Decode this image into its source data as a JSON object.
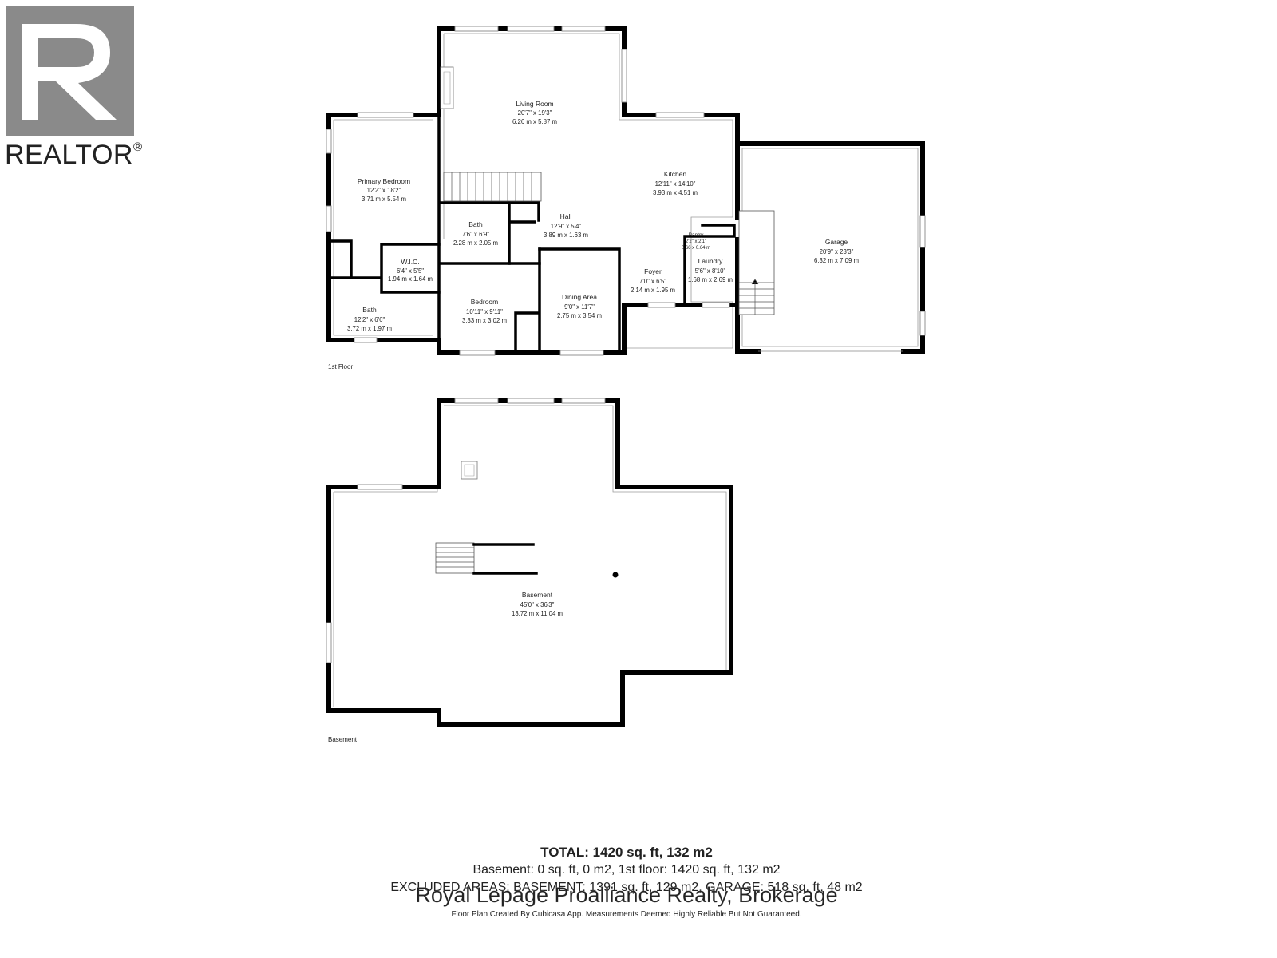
{
  "logo": {
    "text": "REALTOR",
    "registered": "®",
    "color": "#8a8a8a"
  },
  "floors": {
    "first": {
      "label": "1st Floor",
      "rooms": {
        "living": {
          "name": "Living Room",
          "imperial": "20'7\" x 19'3\"",
          "metric": "6.26 m x 5.87 m"
        },
        "primary_bedroom": {
          "name": "Primary Bedroom",
          "imperial": "12'2\" x 18'2\"",
          "metric": "3.71 m x 5.54 m"
        },
        "kitchen": {
          "name": "Kitchen",
          "imperial": "12'11\" x 14'10\"",
          "metric": "3.93 m x 4.51 m"
        },
        "bath_upper": {
          "name": "Bath",
          "imperial": "7'6\" x 6'9\"",
          "metric": "2.28 m x 2.05 m"
        },
        "hall": {
          "name": "Hall",
          "imperial": "12'9\" x 5'4\"",
          "metric": "3.89 m x 1.63 m"
        },
        "garage": {
          "name": "Garage",
          "imperial": "20'9\" x 23'3\"",
          "metric": "6.32 m x 7.09 m"
        },
        "wic": {
          "name": "W.I.C.",
          "imperial": "6'4\" x 5'5\"",
          "metric": "1.94 m x 1.64 m"
        },
        "pantry": {
          "name": "Pantry",
          "imperial": "2'2\" x 2'1\"",
          "metric": "0.66 x 0.64 m"
        },
        "laundry": {
          "name": "Laundry",
          "imperial": "5'6\" x 8'10\"",
          "metric": "1.68 m x 2.69 m"
        },
        "foyer": {
          "name": "Foyer",
          "imperial": "7'0\" x 6'5\"",
          "metric": "2.14 m x 1.95 m"
        },
        "bedroom": {
          "name": "Bedroom",
          "imperial": "10'11\" x 9'11\"",
          "metric": "3.33 m x 3.02 m"
        },
        "dining": {
          "name": "Dining Area",
          "imperial": "9'0\" x 11'7\"",
          "metric": "2.75 m x 3.54 m"
        },
        "bath_lower": {
          "name": "Bath",
          "imperial": "12'2\" x 6'6\"",
          "metric": "3.72 m x 1.97 m"
        }
      }
    },
    "basement": {
      "label": "Basement",
      "rooms": {
        "basement": {
          "name": "Basement",
          "imperial": "45'0\" x 36'3\"",
          "metric": "13.72 m x 11.04 m"
        }
      }
    }
  },
  "totals": {
    "total": "TOTAL: 1420 sq. ft, 132 m2",
    "breakdown": "Basement: 0 sq. ft, 0 m2, 1st floor: 1420 sq. ft, 132 m2",
    "excluded": "EXCLUDED AREAS: BASEMENT: 1391 sq. ft, 129 m2, GARAGE: 518 sq. ft, 48 m2"
  },
  "watermark": "Royal Lepage Proalliance Realty, Brokerage",
  "credit": "Floor Plan Created By Cubicasa App. Measurements Deemed Highly Reliable But Not Guaranteed."
}
